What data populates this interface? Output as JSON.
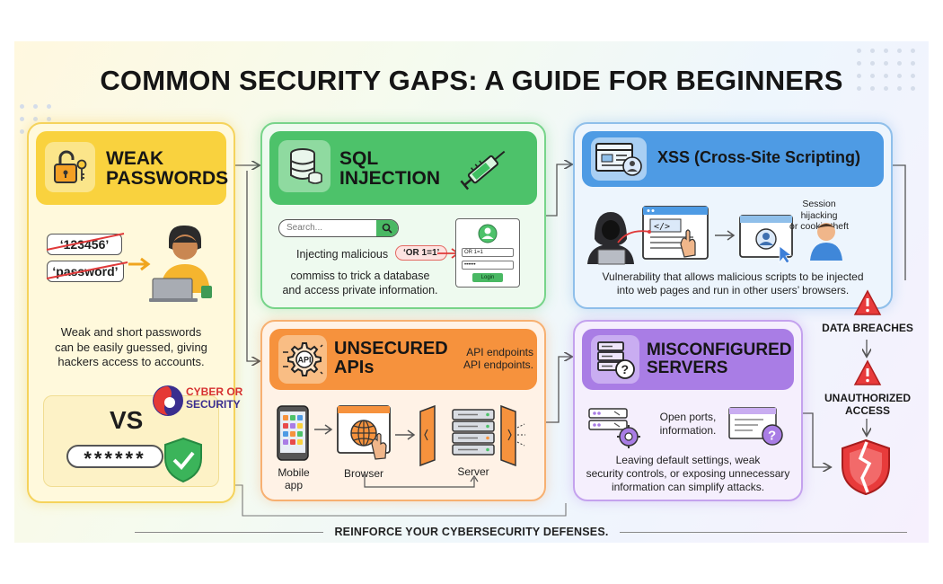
{
  "title": "COMMON SECURITY GAPS: A GUIDE FOR BEGINNERS",
  "weak_passwords": {
    "title_line1": "WEAK",
    "title_line2": "PASSWORDS",
    "example_1": "‘123456’",
    "example_2": "‘password’",
    "desc_1": "Weak and short passwords",
    "desc_2": "can be easily guessed, giving",
    "desc_3": "hackers access to accounts.",
    "vs": "VS",
    "masked": "******",
    "logo_line1": "CYBER OR",
    "logo_line2": "SECURITY"
  },
  "sql_injection": {
    "title_line1": "SQL",
    "title_line2": "INJECTION",
    "search_placeholder": "Search...",
    "injecting": "Injecting malicious",
    "payload": "‘OR 1=1’",
    "desc_1": "commiss to trick a database",
    "desc_2": "and access private information.",
    "form_value_1": "OR 1=1",
    "form_value_2": "••••••",
    "form_button": "Login"
  },
  "xss": {
    "title": "XSS (Cross-Site Scripting)",
    "session_1": "Session hijacking",
    "session_2": "or cookie theft",
    "desc_1": "Vulnerability that allows malicious scripts to be injected",
    "desc_2": "into web pages and run in other users’ browsers."
  },
  "apis": {
    "title_line1": "UNSECURED",
    "title_line2": "APIs",
    "note_1": "API endpoints",
    "note_2": "API endpoints.",
    "mobile_1": "Mobile",
    "mobile_2": "app",
    "browser": "Browser",
    "server": "Server"
  },
  "servers": {
    "title_line1": "MISCONFIGURED",
    "title_line2": "SERVERS",
    "open_1": "Open ports,",
    "open_2": "information.",
    "desc_1": "Leaving default settings, weak",
    "desc_2": "security controls, or exposing unnecessary",
    "desc_3": "information can simplify attacks."
  },
  "outcomes": {
    "breaches": "DATA BREACHES",
    "unauth_1": "UNAUTHORIZED",
    "unauth_2": "ACCESS"
  },
  "footer": "REINFORCE YOUR CYBERSECURITY DEFENSES.",
  "colors": {
    "weak": "#f9d23e",
    "sql": "#4dc26a",
    "xss": "#4e9be4",
    "api": "#f6923d",
    "servers": "#a97de5",
    "alert": "#e83b3b"
  }
}
